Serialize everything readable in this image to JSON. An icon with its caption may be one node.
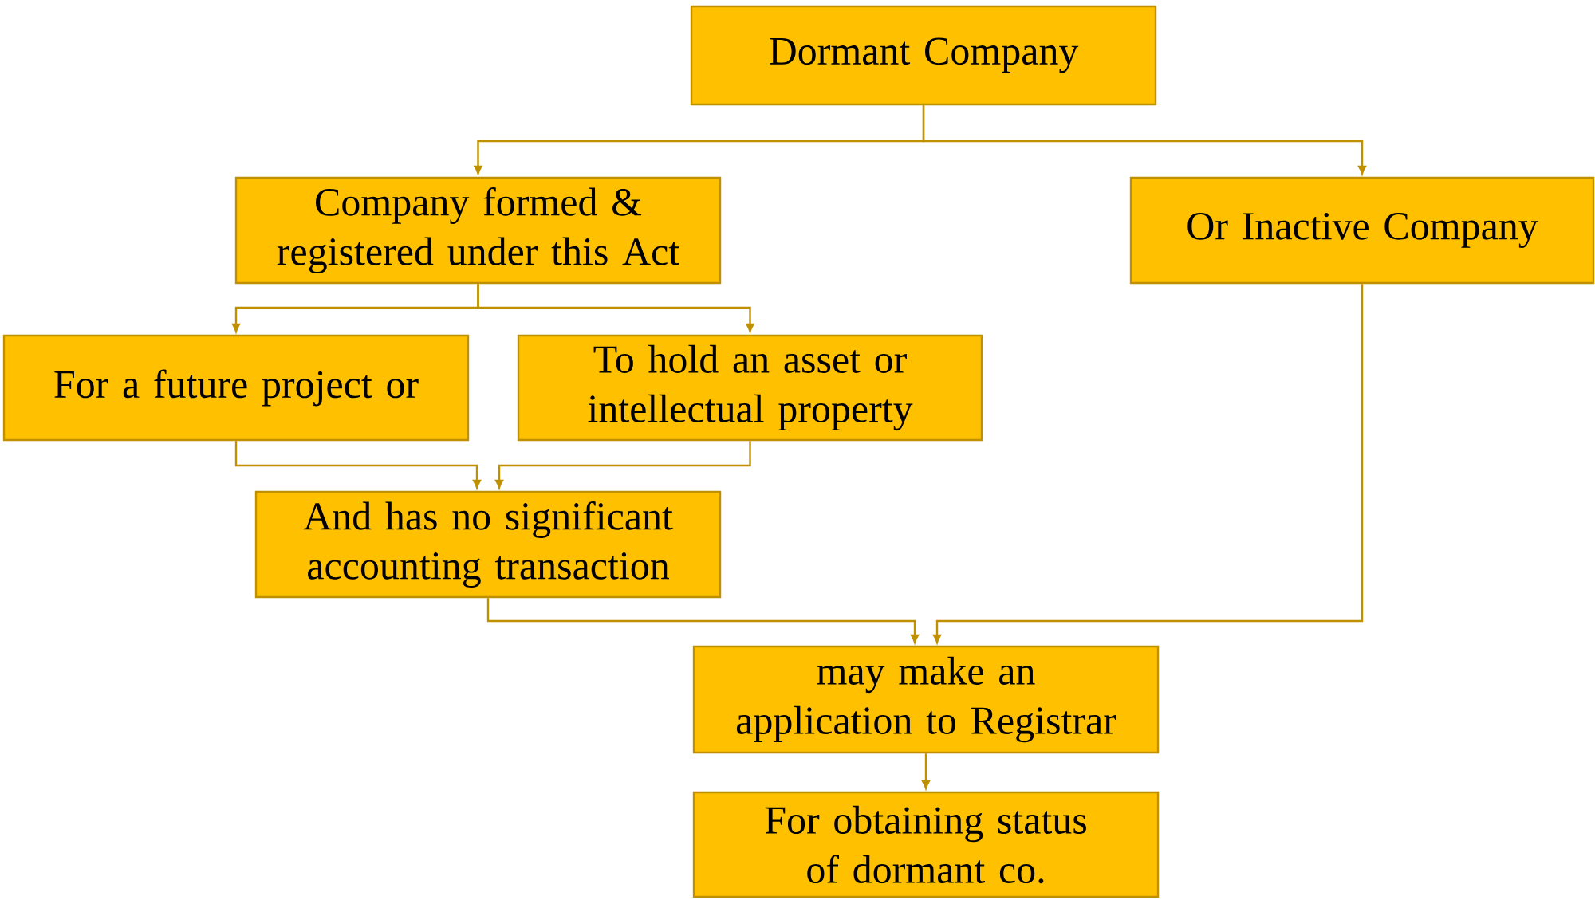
{
  "diagram": {
    "nodes": [
      {
        "text": [
          "Dormant Company"
        ]
      },
      {
        "text": [
          "Company formed & registered under this Act"
        ]
      },
      {
        "text": [
          "Or Inactive Company"
        ]
      },
      {
        "text": [
          "For a future project or"
        ]
      },
      {
        "text": [
          "To hold an asset or intellectual property"
        ]
      },
      {
        "text": [
          "And has no significant accounting transaction"
        ]
      },
      {
        "text": [
          "may make an application to Registrar"
        ]
      },
      {
        "text": [
          "For obtaining status of dormant co."
        ]
      }
    ],
    "edges": [
      {
        "from": 0,
        "to": 1,
        "arrow": "to"
      },
      {
        "from": 0,
        "to": 2,
        "arrow": "to"
      },
      {
        "from": 1,
        "to": 3,
        "arrow": "to"
      },
      {
        "from": 1,
        "to": 4,
        "arrow": "to"
      },
      {
        "from": 3,
        "to": 5,
        "arrow": "to"
      },
      {
        "from": 4,
        "to": 5,
        "arrow": "to"
      },
      {
        "from": 5,
        "to": 6,
        "arrow": "to"
      },
      {
        "from": 2,
        "to": 6,
        "arrow": "to"
      },
      {
        "from": 6,
        "to": 7,
        "arrow": "to"
      }
    ]
  }
}
